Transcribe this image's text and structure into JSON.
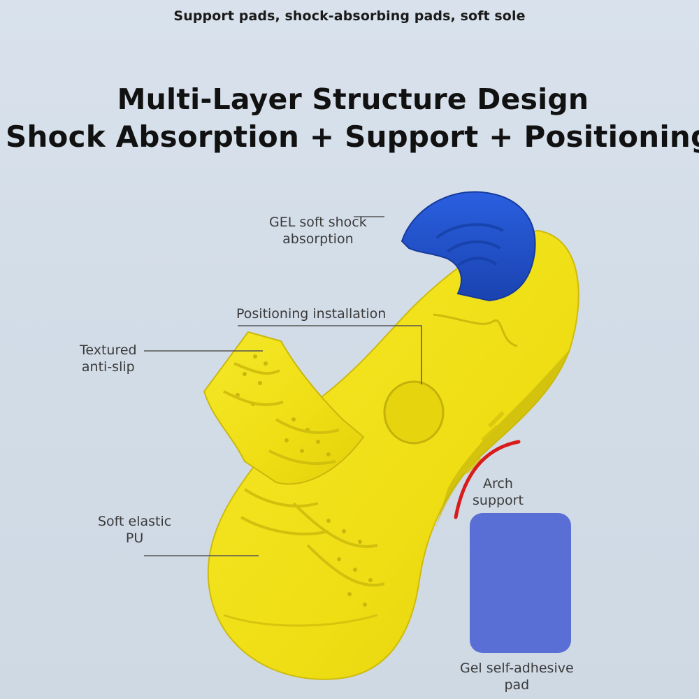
{
  "header": {
    "subtitle": "Support pads, shock-absorbing pads, soft sole",
    "title_line1": "Multi-Layer Structure Design",
    "title_line2": "Shock Absorption + Support + Positioning"
  },
  "callouts": {
    "gel": {
      "line1": "GEL soft shock",
      "line2": "absorption"
    },
    "positioning": {
      "line1": "Positioning installation"
    },
    "textured": {
      "line1": "Textured",
      "line2": "anti-slip"
    },
    "soft_pu": {
      "line1": "Soft elastic",
      "line2": "PU"
    },
    "arch": {
      "line1": "Arch",
      "line2": "support"
    },
    "gel_pad": {
      "line1": "Gel self-adhesive",
      "line2": "pad"
    }
  },
  "colors": {
    "insole_yellow": "#f2e21a",
    "insole_shadow": "#c9b80c",
    "heel_gel_blue": "#1f4fc4",
    "pad_blue": "#5a6fd6",
    "arch_red": "#d81c1c"
  },
  "icons": [
    "insole-illustration",
    "heel-gel-pad",
    "arch-curve",
    "self-adhesive-pad"
  ]
}
